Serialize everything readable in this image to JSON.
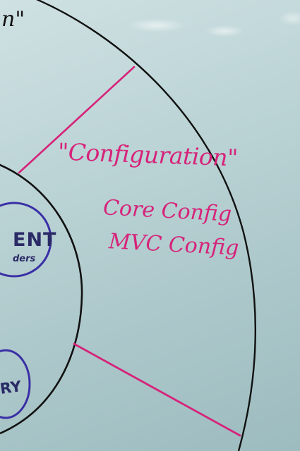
{
  "board": {
    "top_fragment": "n\"",
    "segment_title": "\"Configuration\"",
    "segment_items": [
      "Core Config",
      "MVC Config"
    ],
    "bubble_upper_text": "ENT",
    "bubble_upper_subtext": "ders",
    "bubble_lower_text": "RY"
  },
  "colors": {
    "board": "#b9d2d4",
    "marker_pink": "#d6237a",
    "marker_black": "#111111",
    "marker_blue": "#3a2fa6"
  }
}
